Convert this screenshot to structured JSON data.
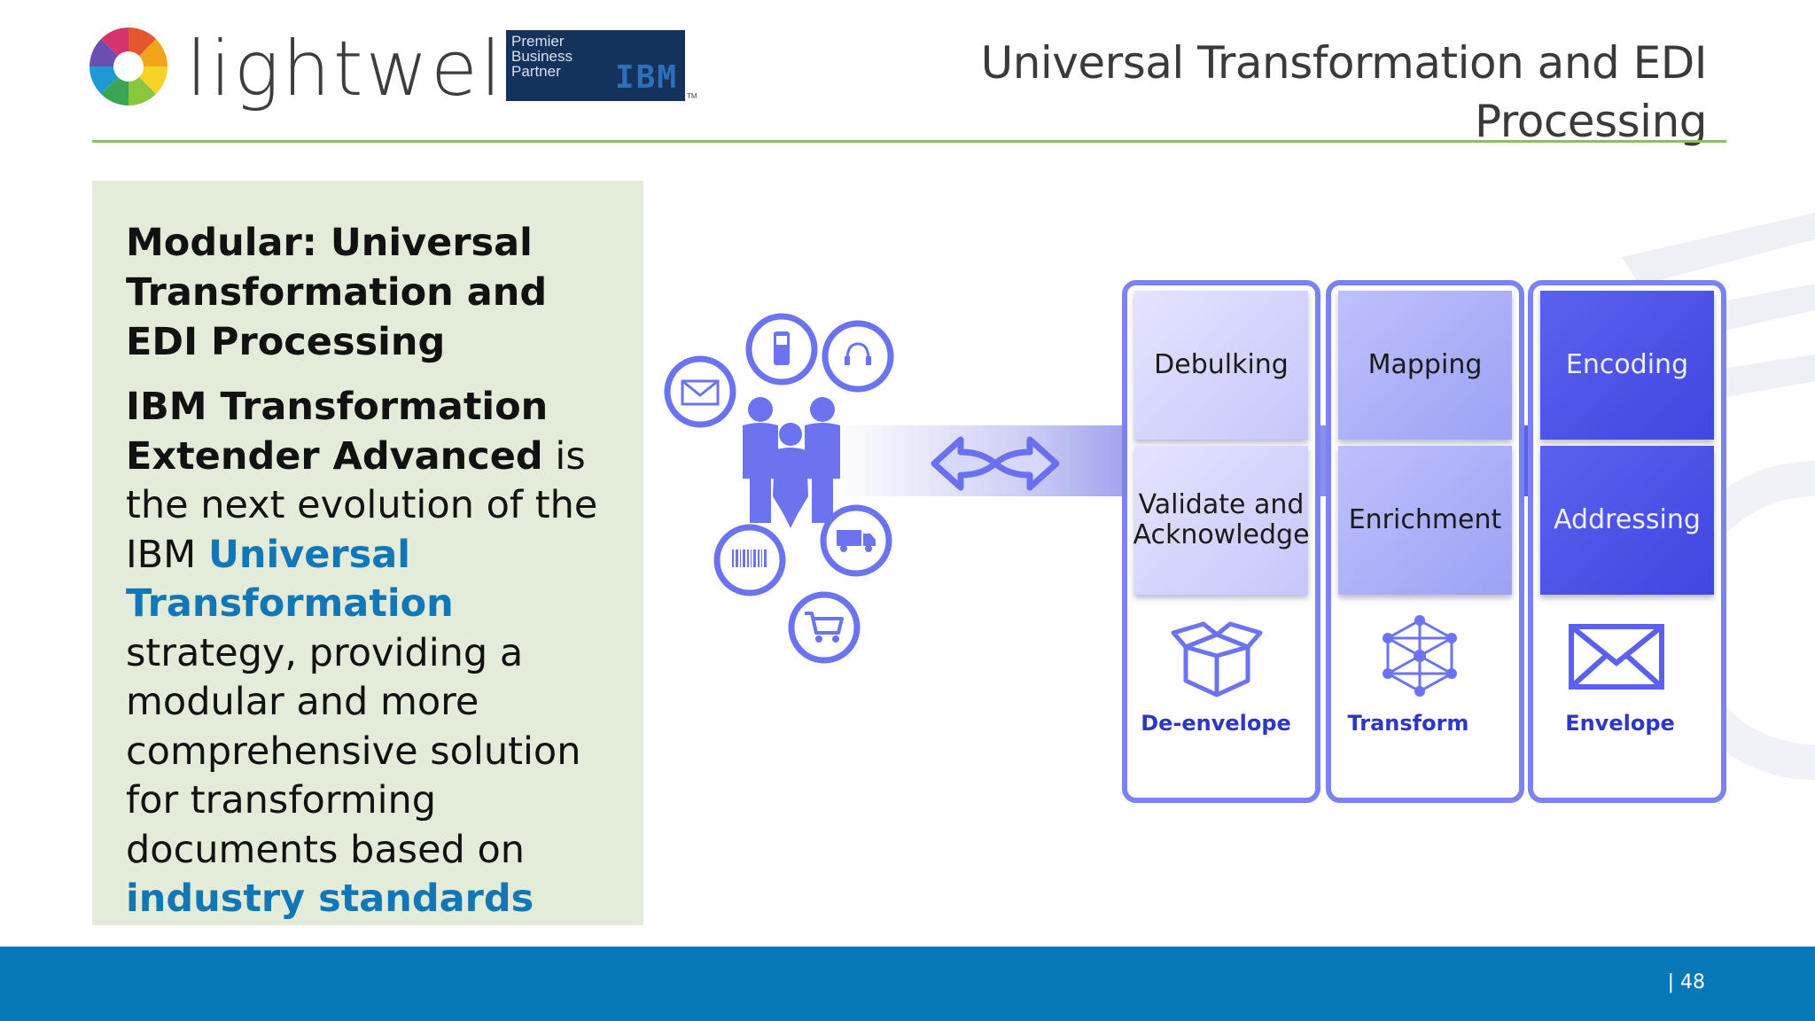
{
  "header": {
    "logo_text": "lightwell",
    "partner_badge": {
      "line1": "Premier",
      "line2": "Business",
      "line3": "Partner",
      "brand": "IBM",
      "tm": "TM"
    },
    "title": "Universal Transformation and EDI Processing"
  },
  "panel": {
    "heading": "Modular: Universal Transformation and EDI Processing",
    "body_bold": "IBM Transformation Extender Advanced",
    "body_1": " is the next evolution of the IBM ",
    "body_link_1": "Universal Transformation",
    "body_2": " strategy, providing a modular and more comprehensive solution for transforming documents based on ",
    "body_link_2": "industry standards"
  },
  "diagram": {
    "left_icons": [
      "envelope-icon",
      "mobile-phone-icon",
      "headset-icon",
      "barcode-icon",
      "truck-icon",
      "shopping-cart-icon",
      "people-icon"
    ],
    "columns": [
      {
        "top": "Debulking",
        "bottom_line1": "Validate and",
        "bottom_line2": "Acknowledge",
        "caption": "De-envelope",
        "icon": "open-box-icon"
      },
      {
        "top": "Mapping",
        "bottom_line1": "Enrichment",
        "bottom_line2": "",
        "caption": "Transform",
        "icon": "network-sphere-icon"
      },
      {
        "top": "Encoding",
        "bottom_line1": "Addressing",
        "bottom_line2": "",
        "caption": "Envelope",
        "icon": "envelope-icon"
      }
    ]
  },
  "footer": {
    "page_number": "| 48"
  },
  "colors": {
    "accent_green": "#8dbf5e",
    "panel_bg": "#e2ecd9",
    "footer_blue": "#0678b8",
    "link_blue": "#1277b6",
    "diagram_purple": "#7d82f2"
  }
}
